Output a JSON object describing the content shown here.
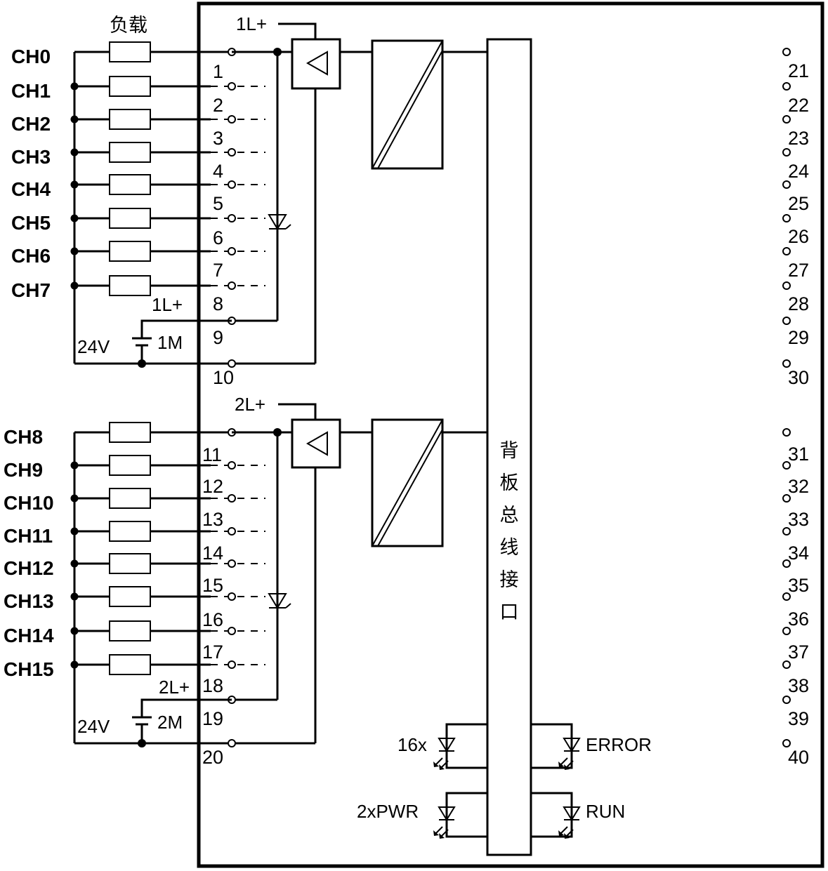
{
  "load_label": "负载",
  "group1": {
    "channels": [
      "CH0",
      "CH1",
      "CH2",
      "CH3",
      "CH4",
      "CH5",
      "CH6",
      "CH7"
    ],
    "pins": [
      "1",
      "2",
      "3",
      "4",
      "5",
      "6",
      "7",
      "8",
      "9",
      "10"
    ],
    "supply_label": "1L+",
    "supply_side_label": "1L+",
    "voltage_label": "24V",
    "ground_label": "1M"
  },
  "group2": {
    "channels": [
      "CH8",
      "CH9",
      "CH10",
      "CH11",
      "CH12",
      "CH13",
      "CH14",
      "CH15"
    ],
    "pins": [
      "11",
      "12",
      "13",
      "14",
      "15",
      "16",
      "17",
      "18",
      "19",
      "20"
    ],
    "supply_label": "2L+",
    "supply_side_label": "2L+",
    "voltage_label": "24V",
    "ground_label": "2M"
  },
  "right_pins": [
    "21",
    "22",
    "23",
    "24",
    "25",
    "26",
    "27",
    "28",
    "29",
    "30",
    "31",
    "32",
    "33",
    "34",
    "35",
    "36",
    "37",
    "38",
    "39",
    "40"
  ],
  "backplane_label": [
    "背",
    "板",
    "总",
    "线",
    "接",
    "口"
  ],
  "leds": {
    "fault16": "16x",
    "error": "ERROR",
    "power": "2xPWR",
    "run": "RUN"
  }
}
